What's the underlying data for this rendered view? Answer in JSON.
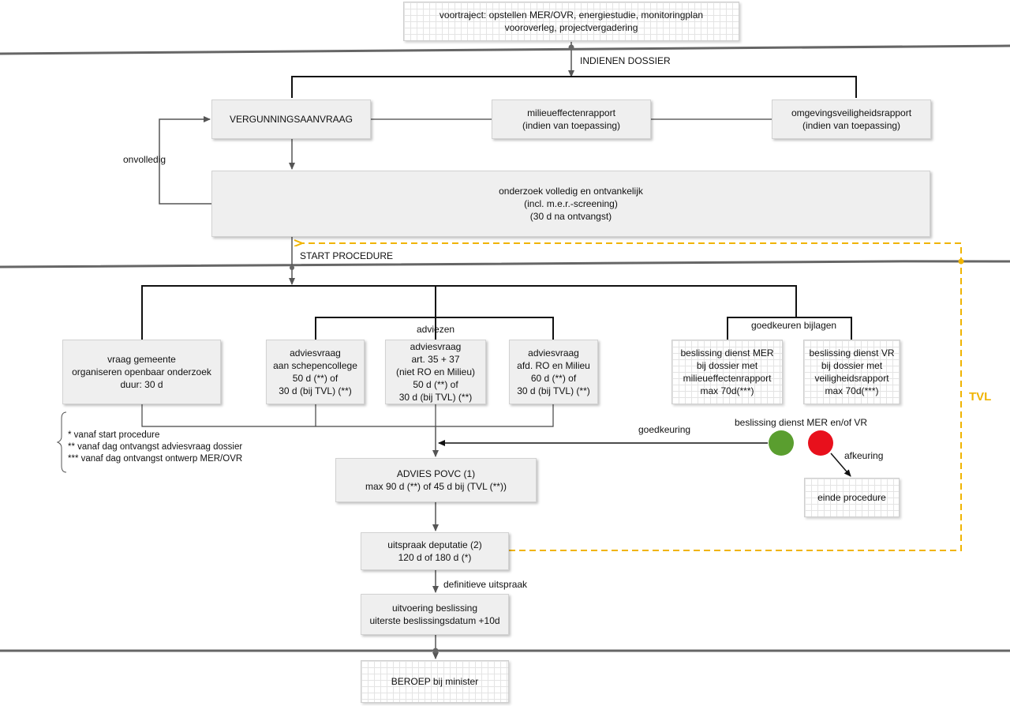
{
  "colors": {
    "approve": "#5a9e2f",
    "reject": "#e8101c",
    "tvl": "#f0b400",
    "phase_line": "#666666"
  },
  "boxes": {
    "voortraject": "voortraject: opstellen MER/OVR, energiestudie, monitoringplan\nvooroverleg, projectvergadering",
    "vergunningsaanvraag": "VERGUNNINGSAANVRAAG",
    "milieueffectenrapport": "milieueffectenrapport\n(indien van toepassing)",
    "omgevingsveiligheidsrapport": "omgevingsveiligheidsrapport\n(indien van toepassing)",
    "onderzoek": "onderzoek volledig en ontvankelijk\n(incl. m.e.r.-screening)\n(30 d na ontvangst)",
    "vraag_gemeente": "vraag gemeente\norganiseren openbaar onderzoek\nduur: 30 d",
    "adviesvraag_schepencollege": "adviesvraag\naan schepencollege\n50 d (**) of\n30 d (bij TVL) (**)",
    "adviesvraag_art": "adviesvraag\nart. 35 + 37\n(niet RO en Milieu)\n50 d (**) of\n30 d (bij TVL) (**)",
    "adviesvraag_afd": "adviesvraag\nafd. RO en Milieu\n60 d (**) of\n30 d (bij TVL) (**)",
    "beslissing_mer": "beslissing dienst MER\nbij dossier met\nmilieueffectenrapport\nmax 70d(***)",
    "beslissing_vr": "beslissing dienst VR\nbij dossier met\nveiligheidsrapport\nmax 70d(***)",
    "advies_povc": "ADVIES POVC (1)\nmax 90 d (**) of 45 d bij (TVL (**))",
    "einde_procedure": "einde procedure",
    "uitspraak_deputatie": "uitspraak deputatie (2)\n120 d of 180 d (*)",
    "uitvoering_beslissing": "uitvoering beslissing\nuiterste beslissingsdatum +10d",
    "beroep": "BEROEP bij minister"
  },
  "labels": {
    "indienen_dossier": "INDIENEN DOSSIER",
    "onvolledig": "onvolledig",
    "start_procedure": "START PROCEDURE",
    "adviezen": "adviezen",
    "goedkeuren_bijlagen": "goedkeuren bijlagen",
    "goedkeuring": "goedkeuring",
    "beslissing_dienst": "beslissing dienst MER en/of VR",
    "afkeuring": "afkeuring",
    "definitieve_uitspraak": "definitieve uitspraak",
    "tvl": "TVL"
  },
  "footnotes": "*   vanaf start procedure\n** vanaf dag ontvangst adviesvraag dossier\n*** vanaf dag ontvangst ontwerp MER/OVR"
}
